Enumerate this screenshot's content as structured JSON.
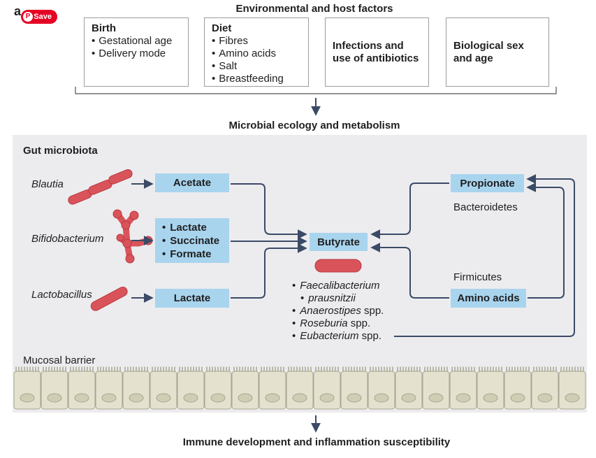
{
  "panel_letter": "a",
  "save_button": {
    "label": "Save"
  },
  "top_title": "Environmental and host factors",
  "factors": [
    {
      "title": "Birth",
      "items": [
        "Gestational age",
        "Delivery mode"
      ]
    },
    {
      "title": "Diet",
      "items": [
        "Fibres",
        "Amino acids",
        "Salt",
        "Breastfeeding"
      ]
    },
    {
      "title": "Infections and use of antibiotics",
      "lines": [
        "Infections and",
        "use of antibiotics"
      ]
    },
    {
      "title": "Biological sex and age",
      "lines": [
        "Biological sex",
        "and age"
      ]
    }
  ],
  "middle_title": "Microbial ecology and metabolism",
  "panel_title": "Gut microbiota",
  "bacteria": [
    "Blautia",
    "Bifidobacterium",
    "Lactobacillus"
  ],
  "metabolites": {
    "acetate": "Acetate",
    "bif_list": [
      "Lactate",
      "Succinate",
      "Formate"
    ],
    "lactate": "Lactate",
    "butyrate": "Butyrate",
    "propionate": "Propionate",
    "amino_acids": "Amino acids"
  },
  "phyla": {
    "bacteroidetes": "Bacteroidetes",
    "firmicutes": "Firmicutes"
  },
  "butyrate_producers": [
    {
      "genus": "Faecalibacterium",
      "suffix": ""
    },
    {
      "genus": "prausnitzii",
      "suffix": ""
    },
    {
      "genus": "Anaerostipes",
      "suffix": " spp."
    },
    {
      "genus": "Roseburia",
      "suffix": " spp."
    },
    {
      "genus": "Eubacterium",
      "suffix": " spp."
    }
  ],
  "barrier_label": "Mucosal barrier",
  "bottom_title": "Immune development and inflammation susceptibility",
  "colors": {
    "arrow": "#3b4a66",
    "chip": "#a9d4ee",
    "bacteria": "#d9545a",
    "panel": "#ececef",
    "cell": "#e4e2cf"
  }
}
